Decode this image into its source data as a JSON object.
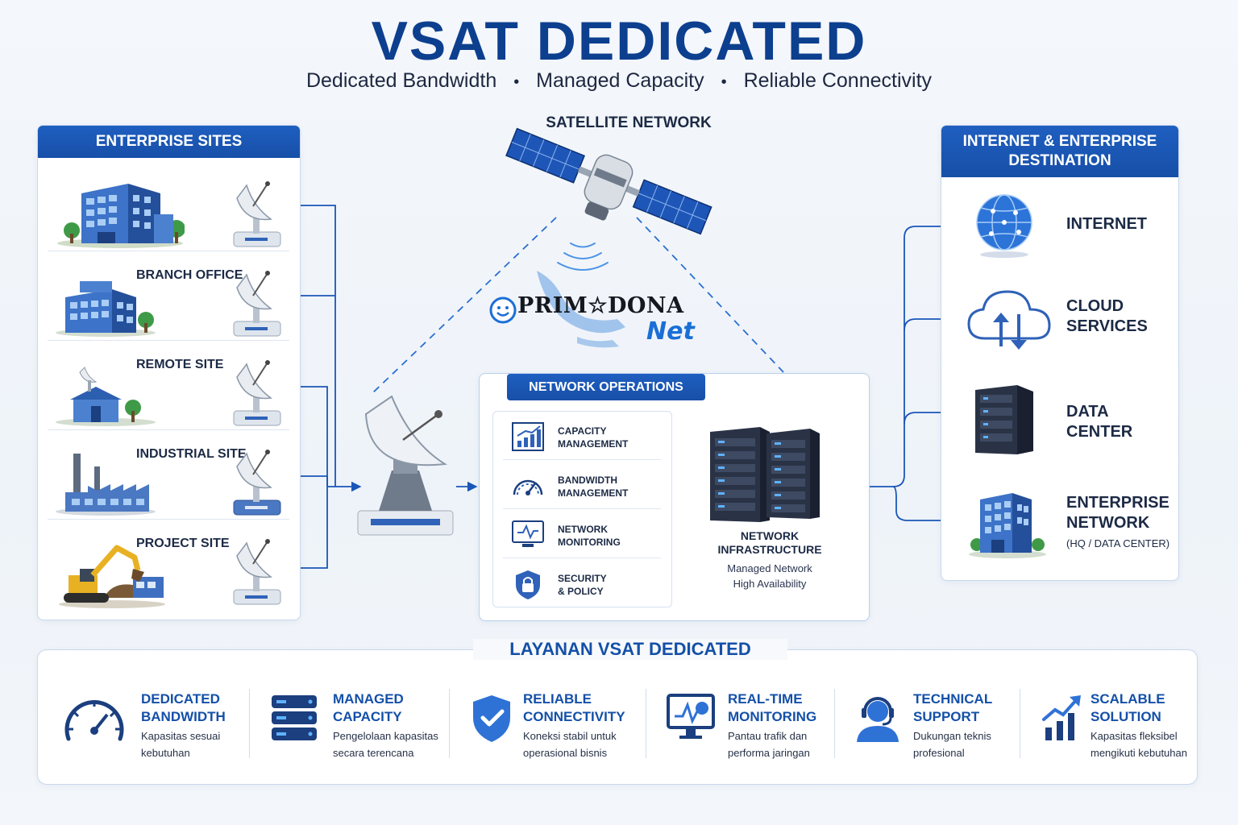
{
  "header": {
    "title": "VSAT DEDICATED",
    "subtitle_items": [
      "Dedicated Bandwidth",
      "Managed Capacity",
      "Reliable Connectivity"
    ],
    "separator": "•"
  },
  "enterprise": {
    "heading": "ENTERPRISE SITES",
    "sites": [
      {
        "label": "",
        "icon": "office-building-icon"
      },
      {
        "label": "BRANCH OFFICE",
        "icon": "branch-building-icon"
      },
      {
        "label": "REMOTE SITE",
        "icon": "remote-hut-icon"
      },
      {
        "label": "INDUSTRIAL SITE",
        "icon": "factory-icon"
      },
      {
        "label": "PROJECT SITE",
        "icon": "excavator-icon"
      }
    ]
  },
  "satellite": {
    "label": "SATELLITE NETWORK"
  },
  "logo": {
    "word": "PRIM☆DONA",
    "sub": "Net"
  },
  "operations": {
    "heading": "NETWORK OPERATIONS",
    "items": [
      {
        "line1": "CAPACITY",
        "line2": "MANAGEMENT",
        "icon": "bar-chart-icon"
      },
      {
        "line1": "BANDWIDTH",
        "line2": "MANAGEMENT",
        "icon": "gauge-icon"
      },
      {
        "line1": "NETWORK",
        "line2": "MONITORING",
        "icon": "monitor-icon"
      },
      {
        "line1": "SECURITY",
        "line2": "& POLICY",
        "icon": "lock-icon"
      }
    ],
    "infra_title_1": "NETWORK",
    "infra_title_2": "INFRASTRUCTURE",
    "infra_sub_1": "Managed Network",
    "infra_sub_2": "High Availability"
  },
  "destination": {
    "heading_1": "INTERNET & ENTERPRISE",
    "heading_2": "DESTINATION",
    "items": [
      {
        "line1": "INTERNET",
        "line2": "",
        "sub": "",
        "icon": "globe-icon"
      },
      {
        "line1": "CLOUD",
        "line2": "SERVICES",
        "sub": "",
        "icon": "cloud-icon"
      },
      {
        "line1": "DATA CENTER",
        "line2": "",
        "sub": "",
        "icon": "server-rack-icon"
      },
      {
        "line1": "ENTERPRISE",
        "line2": "NETWORK",
        "sub": "(HQ / DATA CENTER)",
        "icon": "enterprise-building-icon"
      }
    ]
  },
  "services": {
    "heading": "LAYANAN VSAT DEDICATED",
    "items": [
      {
        "title_1": "DEDICATED",
        "title_2": "BANDWIDTH",
        "desc_1": "Kapasitas sesuai",
        "desc_2": "kebutuhan",
        "icon": "speedometer-icon"
      },
      {
        "title_1": "MANAGED",
        "title_2": "CAPACITY",
        "desc_1": "Pengelolaan kapasitas",
        "desc_2": "secara terencana",
        "icon": "server-stack-icon"
      },
      {
        "title_1": "RELIABLE",
        "title_2": "CONNECTIVITY",
        "desc_1": "Koneksi stabil untuk",
        "desc_2": "operasional bisnis",
        "icon": "shield-check-icon"
      },
      {
        "title_1": "REAL-TIME",
        "title_2": "MONITORING",
        "desc_1": "Pantau trafik dan",
        "desc_2": "performa jaringan",
        "icon": "monitor-chart-icon"
      },
      {
        "title_1": "TECHNICAL",
        "title_2": "SUPPORT",
        "desc_1": "Dukungan teknis",
        "desc_2": "profesional",
        "icon": "headset-icon"
      },
      {
        "title_1": "SCALABLE",
        "title_2": "SOLUTION",
        "desc_1": "Kapasitas fleksibel",
        "desc_2": "mengikuti kebutuhan",
        "icon": "growth-chart-icon"
      }
    ]
  },
  "colors": {
    "primary": "#1f5fc0",
    "title": "#0d3f8f",
    "accent_blue": "#1a6fd6"
  }
}
